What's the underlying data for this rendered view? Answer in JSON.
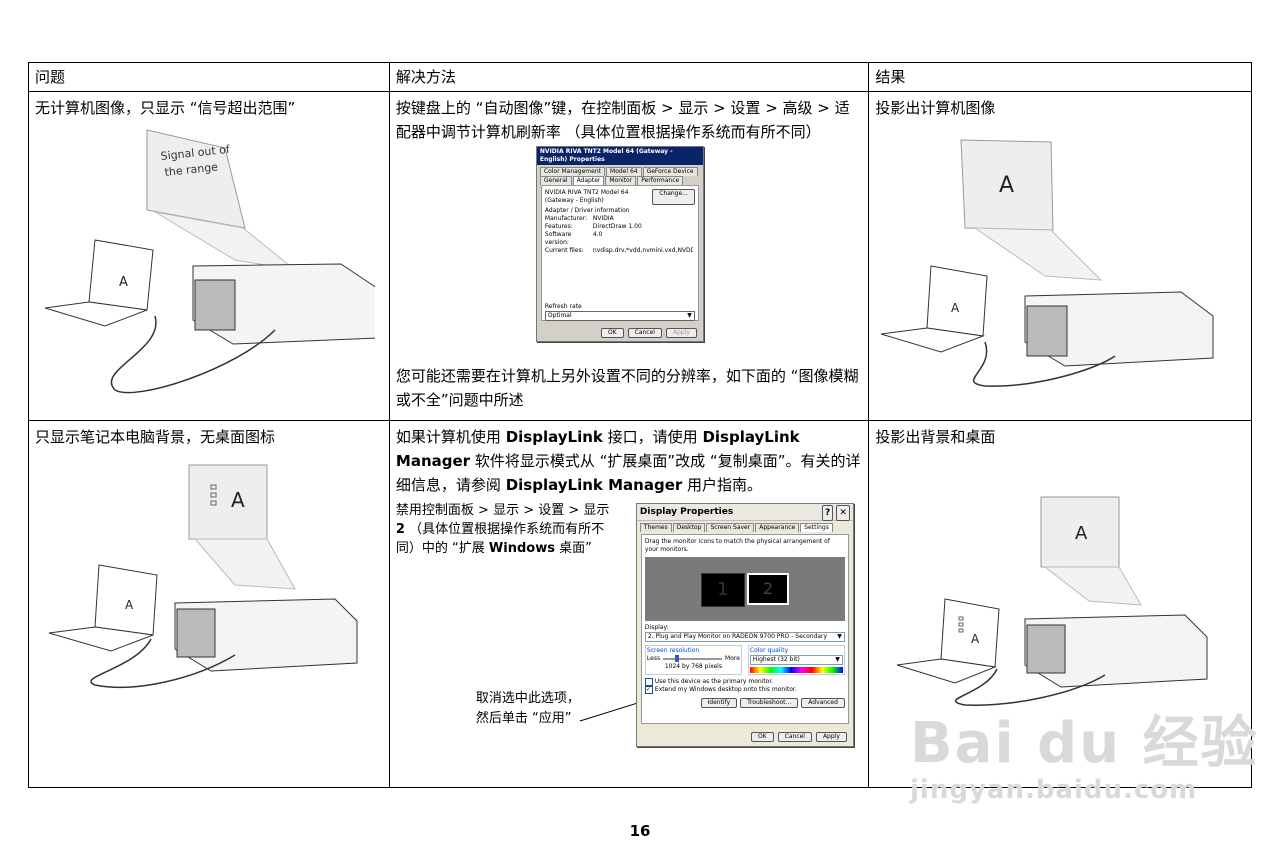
{
  "table": {
    "headers": [
      "问题",
      "解决方法",
      "结果"
    ],
    "row1": {
      "problem": "无计算机图像，只显示 “信号超出范围”",
      "problem_screen_text": "Signal out of the range",
      "solution_top": "按键盘上的 “自动图像”键，在控制面板 > 显示 > 设置 > 高级 > 适配器中调节计算机刷新率 （具体位置根据操作系统而有所不同）",
      "solution_bottom": "您可能还需要在计算机上另外设置不同的分辨率，如下面的 “图像模糊或不全”问题中所述",
      "result": "投影出计算机图像",
      "screen_letter": "A",
      "dialog": {
        "title": "NVIDIA RIVA TNT2 Model 64 (Gateway - English) Properties",
        "tabs_row1": [
          "Color Management",
          "Model 64",
          "GeForce Device"
        ],
        "tabs_row2": [
          "General",
          "Adapter",
          "Monitor",
          "Performance"
        ],
        "adapter_name": "NVIDIA RIVA TNT2 Model 64 (Gateway - English)",
        "change_button": "Change...",
        "section": "Adapter / Driver information",
        "rows": [
          [
            "Manufacturer:",
            "NVIDIA"
          ],
          [
            "Features:",
            "DirectDraw 1.00"
          ],
          [
            "Software version:",
            "4.0"
          ],
          [
            "Current files:",
            "nvdisp.drv,*vdd,nvmini.vxd,NVDDDC.DLL"
          ]
        ],
        "refresh_label": "Refresh rate",
        "refresh_value": "Optimal",
        "buttons": [
          "OK",
          "Cancel",
          "Apply"
        ]
      }
    },
    "row2": {
      "problem": "只显示笔记本电脑背景，无桌面图标",
      "solution_parts": [
        "如果计算机使用 ",
        "DisplayLink",
        " 接口，请使用 ",
        "DisplayLink Manager",
        " 软件将显示模式从 “扩展桌面”改成 “复制桌面”。有关的详细信息，请参阅 ",
        "DisplayLink Manager",
        " 用户指南。"
      ],
      "left_note_parts": [
        "禁用控制面板 > 显示 > 设置 > 显示 ",
        "2",
        " （具体位置根据操作系统而有所不同）中的 “扩展 ",
        "Windows",
        " 桌面”"
      ],
      "callout": "取消选中此选项，然后单击 “应用”",
      "result": "投影出背景和桌面",
      "screen_letter": "A",
      "dialog": {
        "title": "Display Properties",
        "tabs": [
          "Themes",
          "Desktop",
          "Screen Saver",
          "Appearance",
          "Settings"
        ],
        "instruction": "Drag the monitor icons to match the physical arrangement of your monitors.",
        "monitor1": "1",
        "monitor2": "2",
        "display_label": "Display:",
        "display_value": "2. Plug and Play Monitor on RADEON 9700 PRO - Secondary",
        "resolution_label": "Screen resolution",
        "less": "Less",
        "more": "More",
        "resolution_value": "1024 by 768 pixels",
        "color_label": "Color quality",
        "color_value": "Highest (32 bit)",
        "checkbox1": "Use this device as the primary monitor.",
        "checkbox2": "Extend my Windows desktop onto this monitor.",
        "buttons_mid": [
          "Identify",
          "Troubleshoot...",
          "Advanced"
        ],
        "buttons_bottom": [
          "OK",
          "Cancel",
          "Apply"
        ]
      }
    }
  },
  "page_number": "16",
  "watermark": {
    "main": "Bai du 经验",
    "url": "jingyan.baidu.com"
  }
}
